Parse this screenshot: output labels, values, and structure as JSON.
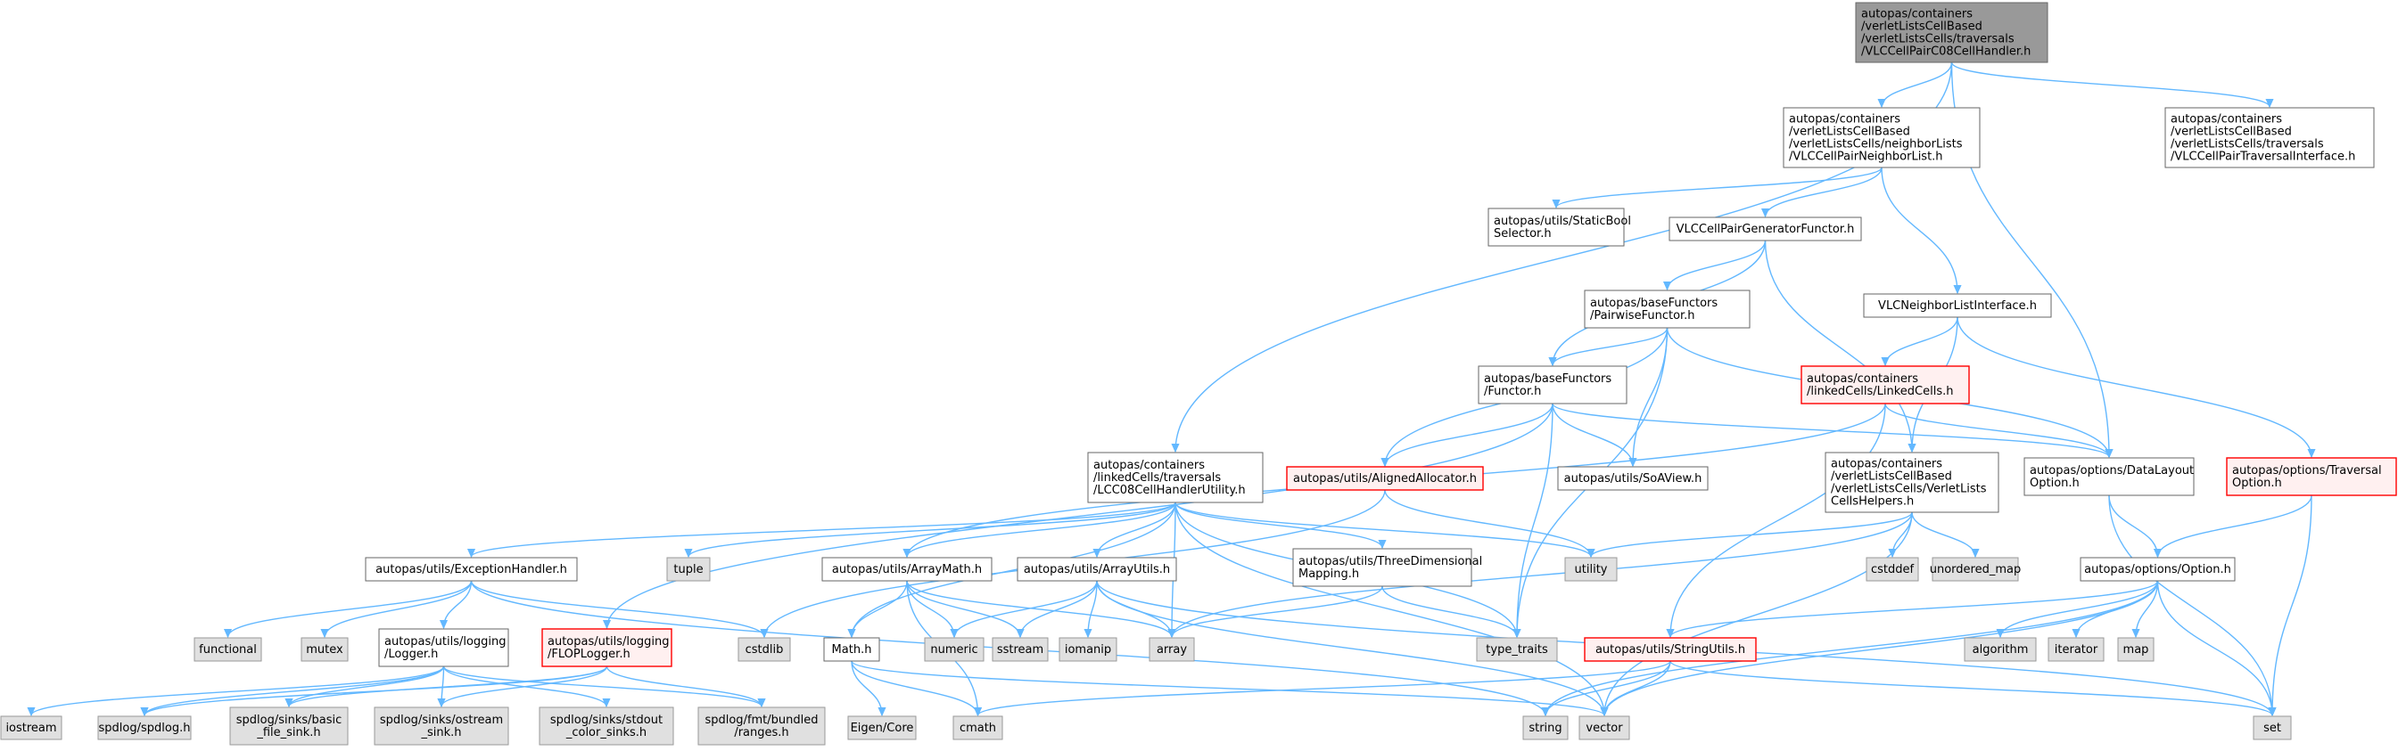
{
  "diagram": {
    "nodes": [
      {
        "id": "root",
        "style": "root",
        "lines": [
          "autopas/containers",
          "/verletListsCellBased",
          "/verletListsCells/traversals",
          "/VLCCellPairC08CellHandler.h"
        ]
      },
      {
        "id": "n_pairNL",
        "style": "normal",
        "lines": [
          "autopas/containers",
          "/verletListsCellBased",
          "/verletListsCells/neighborLists",
          "/VLCCellPairNeighborList.h"
        ]
      },
      {
        "id": "n_travIface",
        "style": "normal",
        "lines": [
          "autopas/containers",
          "/verletListsCellBased",
          "/verletListsCells/traversals",
          "/VLCCellPairTraversalInterface.h"
        ]
      },
      {
        "id": "n_staticBool",
        "style": "normal",
        "lines": [
          "autopas/utils/StaticBool",
          "Selector.h"
        ]
      },
      {
        "id": "n_genFunctor",
        "style": "normal",
        "lines": [
          "VLCCellPairGeneratorFunctor.h"
        ]
      },
      {
        "id": "n_pairwise",
        "style": "normal",
        "lines": [
          "autopas/baseFunctors",
          "/PairwiseFunctor.h"
        ]
      },
      {
        "id": "n_vlcIface",
        "style": "normal",
        "lines": [
          "VLCNeighborListInterface.h"
        ]
      },
      {
        "id": "n_functor",
        "style": "normal",
        "lines": [
          "autopas/baseFunctors",
          "/Functor.h"
        ]
      },
      {
        "id": "n_linkedCells",
        "style": "trunc",
        "lines": [
          "autopas/containers",
          "/linkedCells/LinkedCells.h"
        ]
      },
      {
        "id": "n_lcc08",
        "style": "normal",
        "lines": [
          "autopas/containers",
          "/linkedCells/traversals",
          "/LCC08CellHandlerUtility.h"
        ]
      },
      {
        "id": "n_alignedAlloc",
        "style": "trunc",
        "lines": [
          "autopas/utils/AlignedAllocator.h"
        ]
      },
      {
        "id": "n_soaView",
        "style": "normal",
        "lines": [
          "autopas/utils/SoAView.h"
        ]
      },
      {
        "id": "n_vlHelpers",
        "style": "normal",
        "lines": [
          "autopas/containers",
          "/verletListsCellBased",
          "/verletListsCells/VerletLists",
          "CellsHelpers.h"
        ]
      },
      {
        "id": "n_dataLayout",
        "style": "normal",
        "lines": [
          "autopas/options/DataLayout",
          "Option.h"
        ]
      },
      {
        "id": "n_travOption",
        "style": "trunc",
        "lines": [
          "autopas/options/Traversal",
          "Option.h"
        ]
      },
      {
        "id": "n_exception",
        "style": "normal",
        "lines": [
          "autopas/utils/ExceptionHandler.h"
        ]
      },
      {
        "id": "n_tuple",
        "style": "sys",
        "lines": [
          "tuple"
        ]
      },
      {
        "id": "n_arrayMath",
        "style": "normal",
        "lines": [
          "autopas/utils/ArrayMath.h"
        ]
      },
      {
        "id": "n_arrayUtils",
        "style": "normal",
        "lines": [
          "autopas/utils/ArrayUtils.h"
        ]
      },
      {
        "id": "n_threeDim",
        "style": "normal",
        "lines": [
          "autopas/utils/ThreeDimensional",
          "Mapping.h"
        ]
      },
      {
        "id": "n_utility",
        "style": "sys",
        "lines": [
          "utility"
        ]
      },
      {
        "id": "n_cstddef",
        "style": "sys",
        "lines": [
          "cstddef"
        ]
      },
      {
        "id": "n_unordered",
        "style": "sys",
        "lines": [
          "unordered_map"
        ]
      },
      {
        "id": "n_option",
        "style": "normal",
        "lines": [
          "autopas/options/Option.h"
        ]
      },
      {
        "id": "n_functional",
        "style": "sys",
        "lines": [
          "functional"
        ]
      },
      {
        "id": "n_mutex",
        "style": "sys",
        "lines": [
          "mutex"
        ]
      },
      {
        "id": "n_logger",
        "style": "normal",
        "lines": [
          "autopas/utils/logging",
          "/Logger.h"
        ]
      },
      {
        "id": "n_flopLogger",
        "style": "trunc",
        "lines": [
          "autopas/utils/logging",
          "/FLOPLogger.h"
        ]
      },
      {
        "id": "n_cstdlib",
        "style": "sys",
        "lines": [
          "cstdlib"
        ]
      },
      {
        "id": "n_mathh",
        "style": "normal",
        "lines": [
          "Math.h"
        ]
      },
      {
        "id": "n_numeric",
        "style": "sys",
        "lines": [
          "numeric"
        ]
      },
      {
        "id": "n_sstream",
        "style": "sys",
        "lines": [
          "sstream"
        ]
      },
      {
        "id": "n_iomanip",
        "style": "sys",
        "lines": [
          "iomanip"
        ]
      },
      {
        "id": "n_array",
        "style": "sys",
        "lines": [
          "array"
        ]
      },
      {
        "id": "n_typeTraits",
        "style": "sys",
        "lines": [
          "type_traits"
        ]
      },
      {
        "id": "n_stringUtils",
        "style": "trunc",
        "lines": [
          "autopas/utils/StringUtils.h"
        ]
      },
      {
        "id": "n_algorithm",
        "style": "sys",
        "lines": [
          "algorithm"
        ]
      },
      {
        "id": "n_iterator",
        "style": "sys",
        "lines": [
          "iterator"
        ]
      },
      {
        "id": "n_map",
        "style": "sys",
        "lines": [
          "map"
        ]
      },
      {
        "id": "n_iostream",
        "style": "sys",
        "lines": [
          "iostream"
        ]
      },
      {
        "id": "n_spdlog",
        "style": "sys",
        "lines": [
          "spdlog/spdlog.h"
        ]
      },
      {
        "id": "n_basicFile",
        "style": "sys",
        "lines": [
          "spdlog/sinks/basic",
          "_file_sink.h"
        ]
      },
      {
        "id": "n_ostreamSink",
        "style": "sys",
        "lines": [
          "spdlog/sinks/ostream",
          "_sink.h"
        ]
      },
      {
        "id": "n_stdoutSinks",
        "style": "sys",
        "lines": [
          "spdlog/sinks/stdout",
          "_color_sinks.h"
        ]
      },
      {
        "id": "n_fmtRanges",
        "style": "sys",
        "lines": [
          "spdlog/fmt/bundled",
          "/ranges.h"
        ]
      },
      {
        "id": "n_eigen",
        "style": "sys",
        "lines": [
          "Eigen/Core"
        ]
      },
      {
        "id": "n_cmath",
        "style": "sys",
        "lines": [
          "cmath"
        ]
      },
      {
        "id": "n_string",
        "style": "sys",
        "lines": [
          "string"
        ]
      },
      {
        "id": "n_vector",
        "style": "sys",
        "lines": [
          "vector"
        ]
      },
      {
        "id": "n_set",
        "style": "sys",
        "lines": [
          "set"
        ]
      }
    ],
    "edges": [
      [
        "root",
        "n_pairNL"
      ],
      [
        "root",
        "n_travIface"
      ],
      [
        "root",
        "n_dataLayout"
      ],
      [
        "root",
        "n_lcc08"
      ],
      [
        "n_pairNL",
        "n_staticBool"
      ],
      [
        "n_pairNL",
        "n_genFunctor"
      ],
      [
        "n_pairNL",
        "n_vlcIface"
      ],
      [
        "n_genFunctor",
        "n_pairwise"
      ],
      [
        "n_genFunctor",
        "n_functor"
      ],
      [
        "n_genFunctor",
        "n_vlHelpers"
      ],
      [
        "n_pairwise",
        "n_functor"
      ],
      [
        "n_pairwise",
        "n_alignedAlloc"
      ],
      [
        "n_pairwise",
        "n_soaView"
      ],
      [
        "n_pairwise",
        "n_dataLayout"
      ],
      [
        "n_pairwise",
        "n_typeTraits"
      ],
      [
        "n_vlcIface",
        "n_linkedCells"
      ],
      [
        "n_vlcIface",
        "n_vlHelpers"
      ],
      [
        "n_vlcIface",
        "n_travOption"
      ],
      [
        "n_functor",
        "n_alignedAlloc"
      ],
      [
        "n_functor",
        "n_soaView"
      ],
      [
        "n_functor",
        "n_dataLayout"
      ],
      [
        "n_functor",
        "n_flopLogger"
      ],
      [
        "n_functor",
        "n_typeTraits"
      ],
      [
        "n_linkedCells",
        "n_dataLayout"
      ],
      [
        "n_linkedCells",
        "n_arrayMath"
      ],
      [
        "n_linkedCells",
        "n_stringUtils"
      ],
      [
        "n_lcc08",
        "n_exception"
      ],
      [
        "n_lcc08",
        "n_tuple"
      ],
      [
        "n_lcc08",
        "n_arrayMath"
      ],
      [
        "n_lcc08",
        "n_arrayUtils"
      ],
      [
        "n_lcc08",
        "n_threeDim"
      ],
      [
        "n_lcc08",
        "n_utility"
      ],
      [
        "n_lcc08",
        "n_array"
      ],
      [
        "n_lcc08",
        "n_vector"
      ],
      [
        "n_lcc08",
        "n_mathh"
      ],
      [
        "n_lcc08",
        "n_typeTraits"
      ],
      [
        "n_alignedAlloc",
        "n_utility"
      ],
      [
        "n_alignedAlloc",
        "n_cstdlib"
      ],
      [
        "n_vlHelpers",
        "n_utility"
      ],
      [
        "n_vlHelpers",
        "n_cstddef"
      ],
      [
        "n_vlHelpers",
        "n_unordered"
      ],
      [
        "n_vlHelpers",
        "n_vector"
      ],
      [
        "n_vlHelpers",
        "n_array"
      ],
      [
        "n_dataLayout",
        "n_option"
      ],
      [
        "n_dataLayout",
        "n_set"
      ],
      [
        "n_travOption",
        "n_option"
      ],
      [
        "n_travOption",
        "n_set"
      ],
      [
        "n_option",
        "n_algorithm"
      ],
      [
        "n_option",
        "n_iterator"
      ],
      [
        "n_option",
        "n_map"
      ],
      [
        "n_option",
        "n_set"
      ],
      [
        "n_option",
        "n_vector"
      ],
      [
        "n_option",
        "n_stringUtils"
      ],
      [
        "n_option",
        "n_string"
      ],
      [
        "n_exception",
        "n_functional"
      ],
      [
        "n_exception",
        "n_mutex"
      ],
      [
        "n_exception",
        "n_logger"
      ],
      [
        "n_exception",
        "n_cstdlib"
      ],
      [
        "n_exception",
        "n_string"
      ],
      [
        "n_arrayMath",
        "n_mathh"
      ],
      [
        "n_arrayMath",
        "n_numeric"
      ],
      [
        "n_arrayMath",
        "n_sstream"
      ],
      [
        "n_arrayMath",
        "n_array"
      ],
      [
        "n_arrayMath",
        "n_cmath"
      ],
      [
        "n_arrayUtils",
        "n_numeric"
      ],
      [
        "n_arrayUtils",
        "n_sstream"
      ],
      [
        "n_arrayUtils",
        "n_iomanip"
      ],
      [
        "n_arrayUtils",
        "n_array"
      ],
      [
        "n_arrayUtils",
        "n_vector"
      ],
      [
        "n_arrayUtils",
        "n_set"
      ],
      [
        "n_threeDim",
        "n_array"
      ],
      [
        "n_threeDim",
        "n_typeTraits"
      ],
      [
        "n_logger",
        "n_iostream"
      ],
      [
        "n_logger",
        "n_spdlog"
      ],
      [
        "n_logger",
        "n_basicFile"
      ],
      [
        "n_logger",
        "n_ostreamSink"
      ],
      [
        "n_logger",
        "n_stdoutSinks"
      ],
      [
        "n_logger",
        "n_fmtRanges"
      ],
      [
        "n_flopLogger",
        "n_spdlog"
      ],
      [
        "n_flopLogger",
        "n_basicFile"
      ],
      [
        "n_flopLogger",
        "n_ostreamSink"
      ],
      [
        "n_flopLogger",
        "n_fmtRanges"
      ],
      [
        "n_mathh",
        "n_eigen"
      ],
      [
        "n_mathh",
        "n_cmath"
      ],
      [
        "n_mathh",
        "n_vector"
      ],
      [
        "n_stringUtils",
        "n_string"
      ],
      [
        "n_stringUtils",
        "n_vector"
      ],
      [
        "n_stringUtils",
        "n_set"
      ],
      [
        "n_stringUtils",
        "n_cmath"
      ]
    ],
    "colors": {
      "edge": "#63b8ff",
      "root_fill": "#999999",
      "root_stroke": "#666666",
      "normal_fill": "#ffffff",
      "normal_stroke": "#666666",
      "trunc_fill": "#fff0f0",
      "trunc_stroke": "#ff0000",
      "sys_fill": "#e0e0e0",
      "sys_stroke": "#999999"
    }
  }
}
